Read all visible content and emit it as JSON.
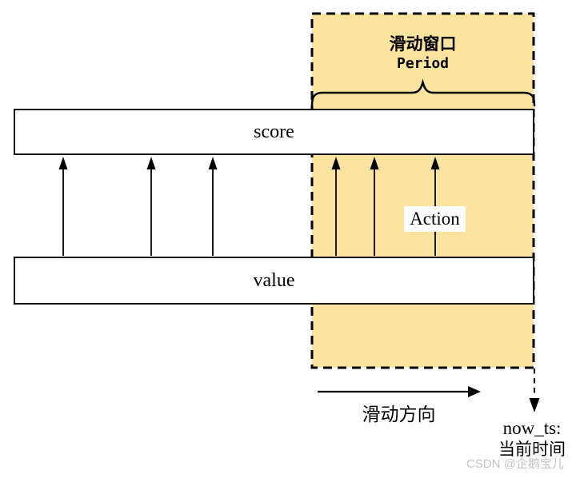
{
  "window": {
    "title": "滑动窗口",
    "subtitle": "Period"
  },
  "bars": {
    "score_label": "score",
    "value_label": "value"
  },
  "action_label": "Action",
  "slide_direction_label": "滑动方向",
  "now_ts": {
    "line1": "now_ts:",
    "line2": "当前时间"
  },
  "watermark": "CSDN @企鹅宝儿",
  "colors": {
    "window_fill": "#FDE49E",
    "line": "#000000",
    "bar_fill": "#FFFFFF",
    "watermark": "#C3C3C3"
  }
}
